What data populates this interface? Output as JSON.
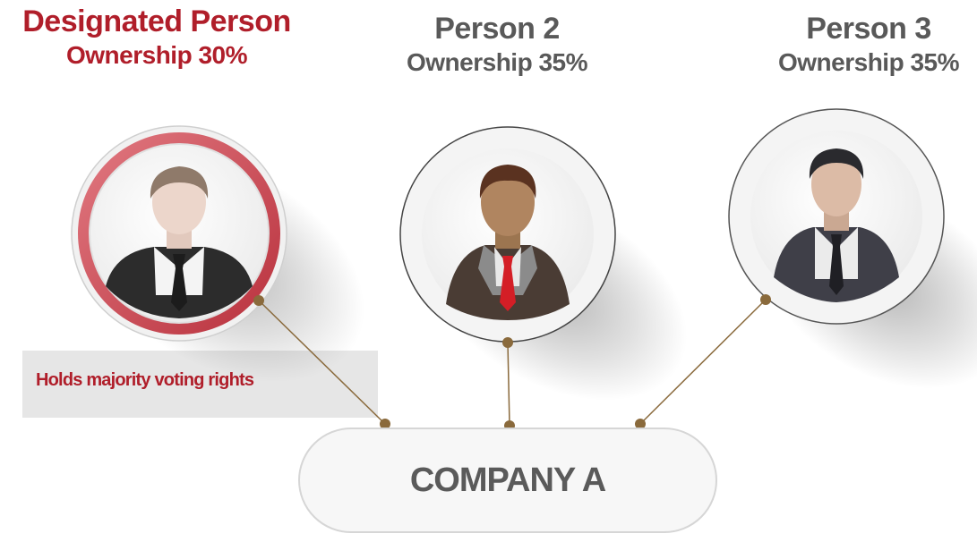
{
  "colors": {
    "accent_red": "#b01e2a",
    "text_gray": "#595959",
    "connector": "#8a6a3c",
    "ring_red": "#c8444f"
  },
  "persons": [
    {
      "name": "Designated Person",
      "ownership": "Ownership 30%",
      "avatar_icon": "businessman-gray-suit-icon"
    },
    {
      "name": "Person 2",
      "ownership": "Ownership 35%",
      "avatar_icon": "businessman-red-tie-icon"
    },
    {
      "name": "Person 3",
      "ownership": "Ownership 35%",
      "avatar_icon": "businessman-dark-suit-icon"
    }
  ],
  "note": "Holds majority voting rights",
  "company": "COMPANY A"
}
